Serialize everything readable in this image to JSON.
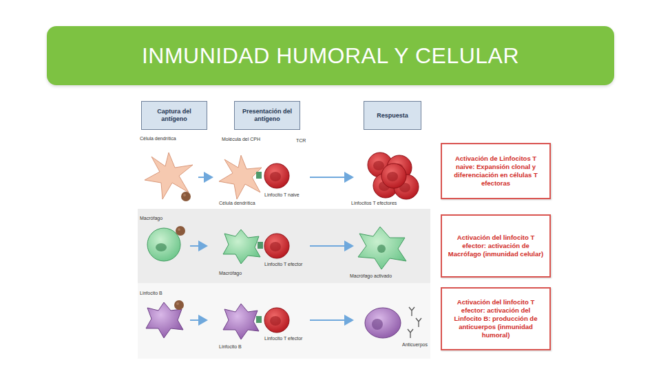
{
  "diagram": {
    "title": "INMUNIDAD HUMORAL Y CELULAR",
    "nodes": [
      {
        "text": [
          "INMUNIDAD HUMORAL Y CELULAR"
        ]
      },
      {
        "text": [
          "Captura del antígeno"
        ]
      },
      {
        "text": [
          "Presentación del antígeno"
        ]
      },
      {
        "text": [
          "Respuesta"
        ]
      },
      {
        "text": [
          "Activación de Linfocitos T naive: Expansión clonal y diferenciación en células T efectoras"
        ]
      },
      {
        "text": [
          "Activación del linfocito T efector: activación de Macrófago (inmunidad celular)"
        ]
      },
      {
        "text": [
          "Activación del linfocito T efector: activación del Linfocito B: producción de anticuerpos (inmunidad humoral)"
        ]
      }
    ],
    "labels": [
      "Célula dendrítica",
      "Molécula del CPH",
      "TCR",
      "Célula dendrítica",
      "Linfocito T naive",
      "Linfocitos T efectores",
      "Macrófago",
      "Linfocito T efector",
      "Macrófago",
      "Macrófago activado",
      "Linfocito B",
      "Linfocito T efector",
      "Linfocito B",
      "Anticuerpos"
    ]
  }
}
